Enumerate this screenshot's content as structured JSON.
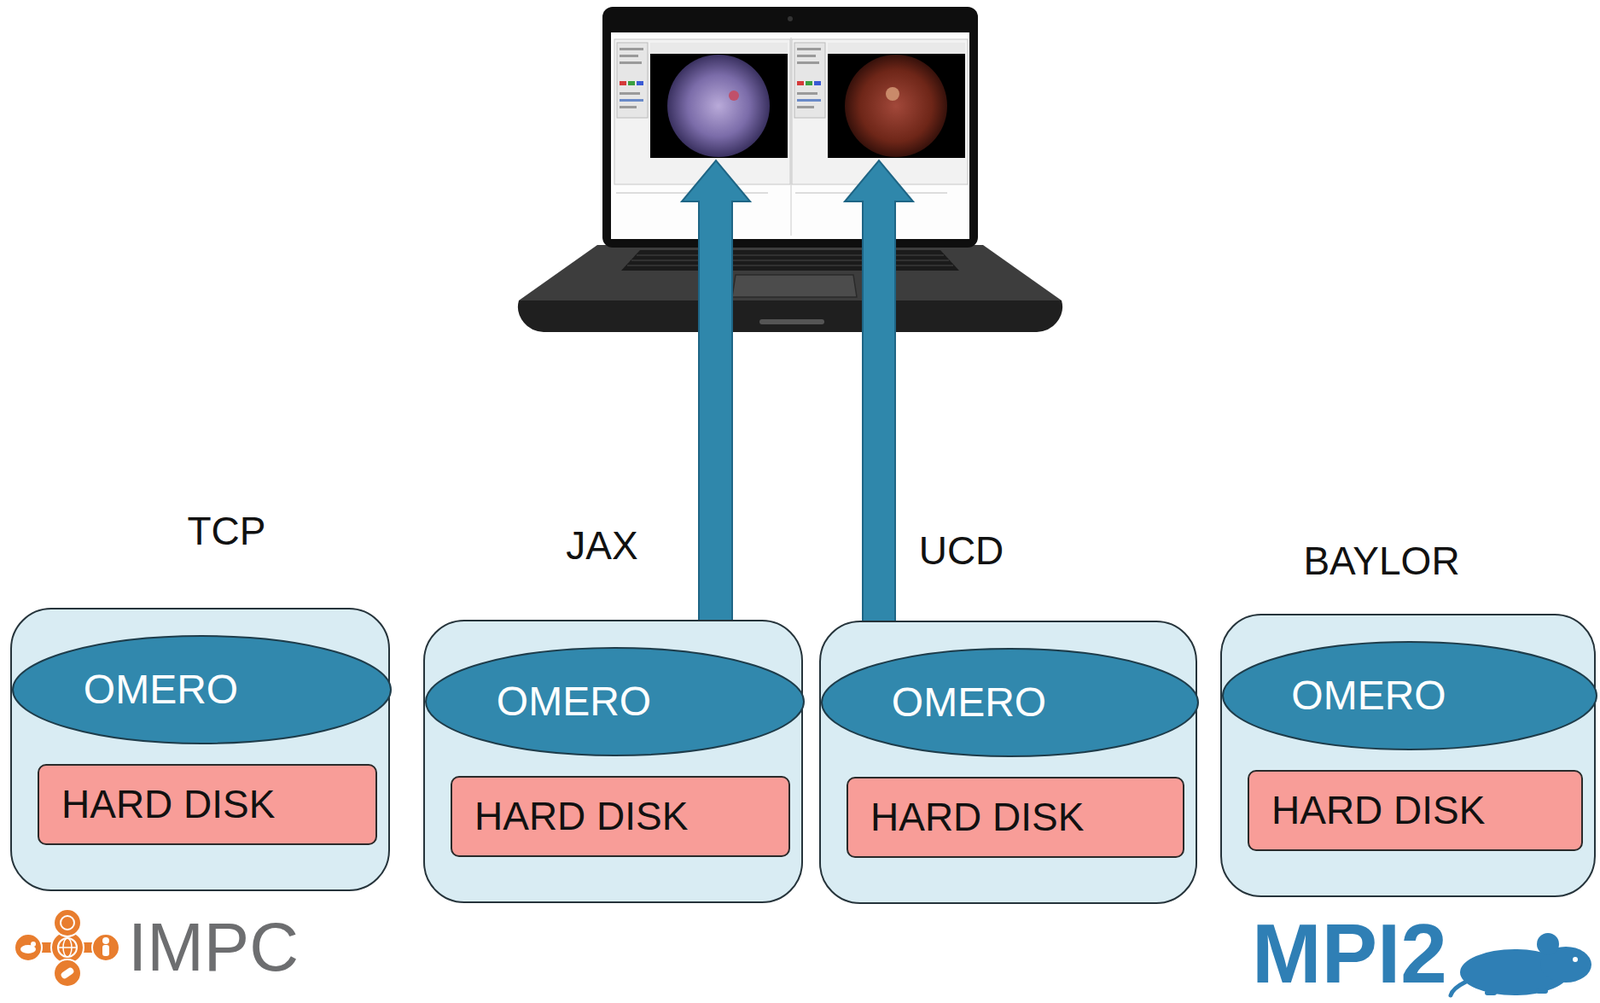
{
  "diagram": {
    "nodes": [
      {
        "text": [
          "TCP"
        ]
      },
      {
        "text": [
          "OMERO"
        ],
        "in": 0
      },
      {
        "text": [
          "HARD DISK"
        ],
        "in": 0
      },
      {
        "text": [
          "JAX"
        ]
      },
      {
        "text": [
          "OMERO"
        ],
        "in": 3
      },
      {
        "text": [
          "HARD DISK"
        ],
        "in": 3
      },
      {
        "text": [
          "UCD"
        ]
      },
      {
        "text": [
          "OMERO"
        ],
        "in": 6
      },
      {
        "text": [
          "HARD DISK"
        ],
        "in": 6
      },
      {
        "text": [
          "BAYLOR"
        ]
      },
      {
        "text": [
          "OMERO"
        ],
        "in": 9
      },
      {
        "text": [
          "HARD DISK"
        ],
        "in": 9
      }
    ],
    "labels": [
      "IMPC",
      "MPI2"
    ]
  }
}
